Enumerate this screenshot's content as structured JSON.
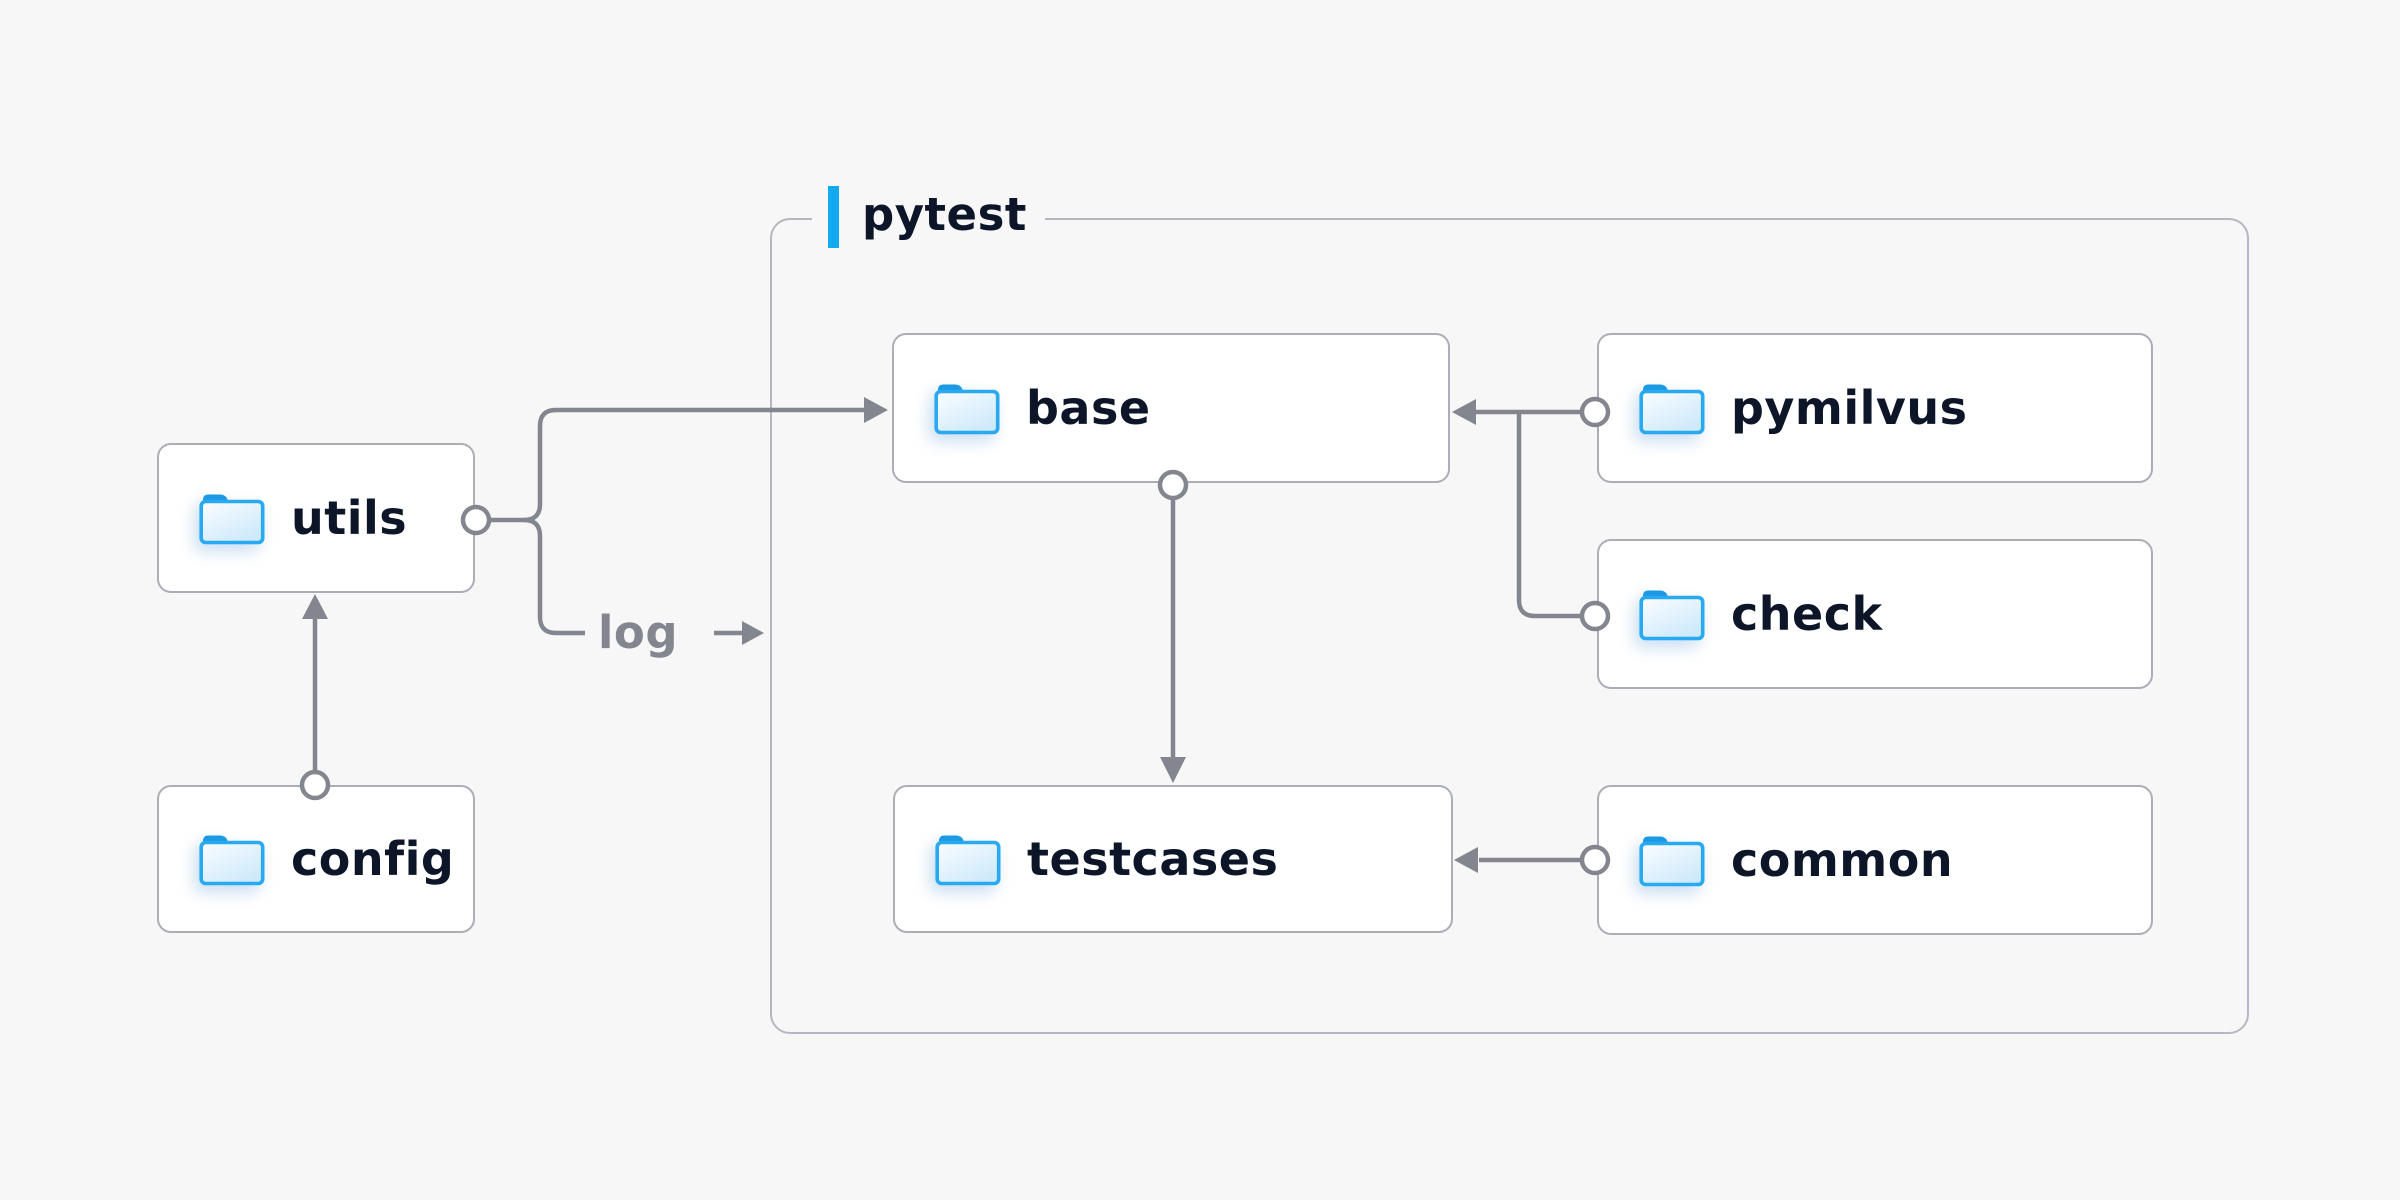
{
  "diagram": {
    "title_group": {
      "label": "pytest",
      "accent_color": "#12a9ef"
    },
    "nodes": {
      "utils": {
        "label": "utils",
        "icon": "folder-icon",
        "inside_pytest_group": false
      },
      "config": {
        "label": "config",
        "icon": "folder-icon",
        "inside_pytest_group": false
      },
      "base": {
        "label": "base",
        "icon": "folder-icon",
        "inside_pytest_group": true
      },
      "pymilvus": {
        "label": "pymilvus",
        "icon": "folder-icon",
        "inside_pytest_group": true
      },
      "check": {
        "label": "check",
        "icon": "folder-icon",
        "inside_pytest_group": true
      },
      "testcases": {
        "label": "testcases",
        "icon": "folder-icon",
        "inside_pytest_group": true
      },
      "common": {
        "label": "common",
        "icon": "folder-icon",
        "inside_pytest_group": true
      }
    },
    "edges": {
      "log_label": "log",
      "list": [
        {
          "from": "config",
          "to": "utils",
          "style": "arrow"
        },
        {
          "from": "utils",
          "to": "base",
          "style": "arrow"
        },
        {
          "from": "utils",
          "to": "log",
          "style": "labeled-arrow"
        },
        {
          "from": "base",
          "to": "testcases",
          "style": "arrow"
        },
        {
          "from": "pymilvus",
          "to": "base",
          "style": "arrow"
        },
        {
          "from": "check",
          "to": "base",
          "style": "arrow"
        },
        {
          "from": "common",
          "to": "testcases",
          "style": "arrow"
        }
      ]
    },
    "colors": {
      "background": "#f7f7f8",
      "node_background": "#ffffff",
      "node_border": "#abaeb9",
      "group_border": "#b5b7c2",
      "label_text": "#0d1528",
      "wire_gray": "#84868f",
      "accent_blue": "#12a9ef",
      "folder_stroke": "#29a9ef",
      "folder_tab": "#1b99e2",
      "folder_fill_top": "#fbfdff",
      "folder_fill_bottom": "#cde9fb"
    }
  }
}
